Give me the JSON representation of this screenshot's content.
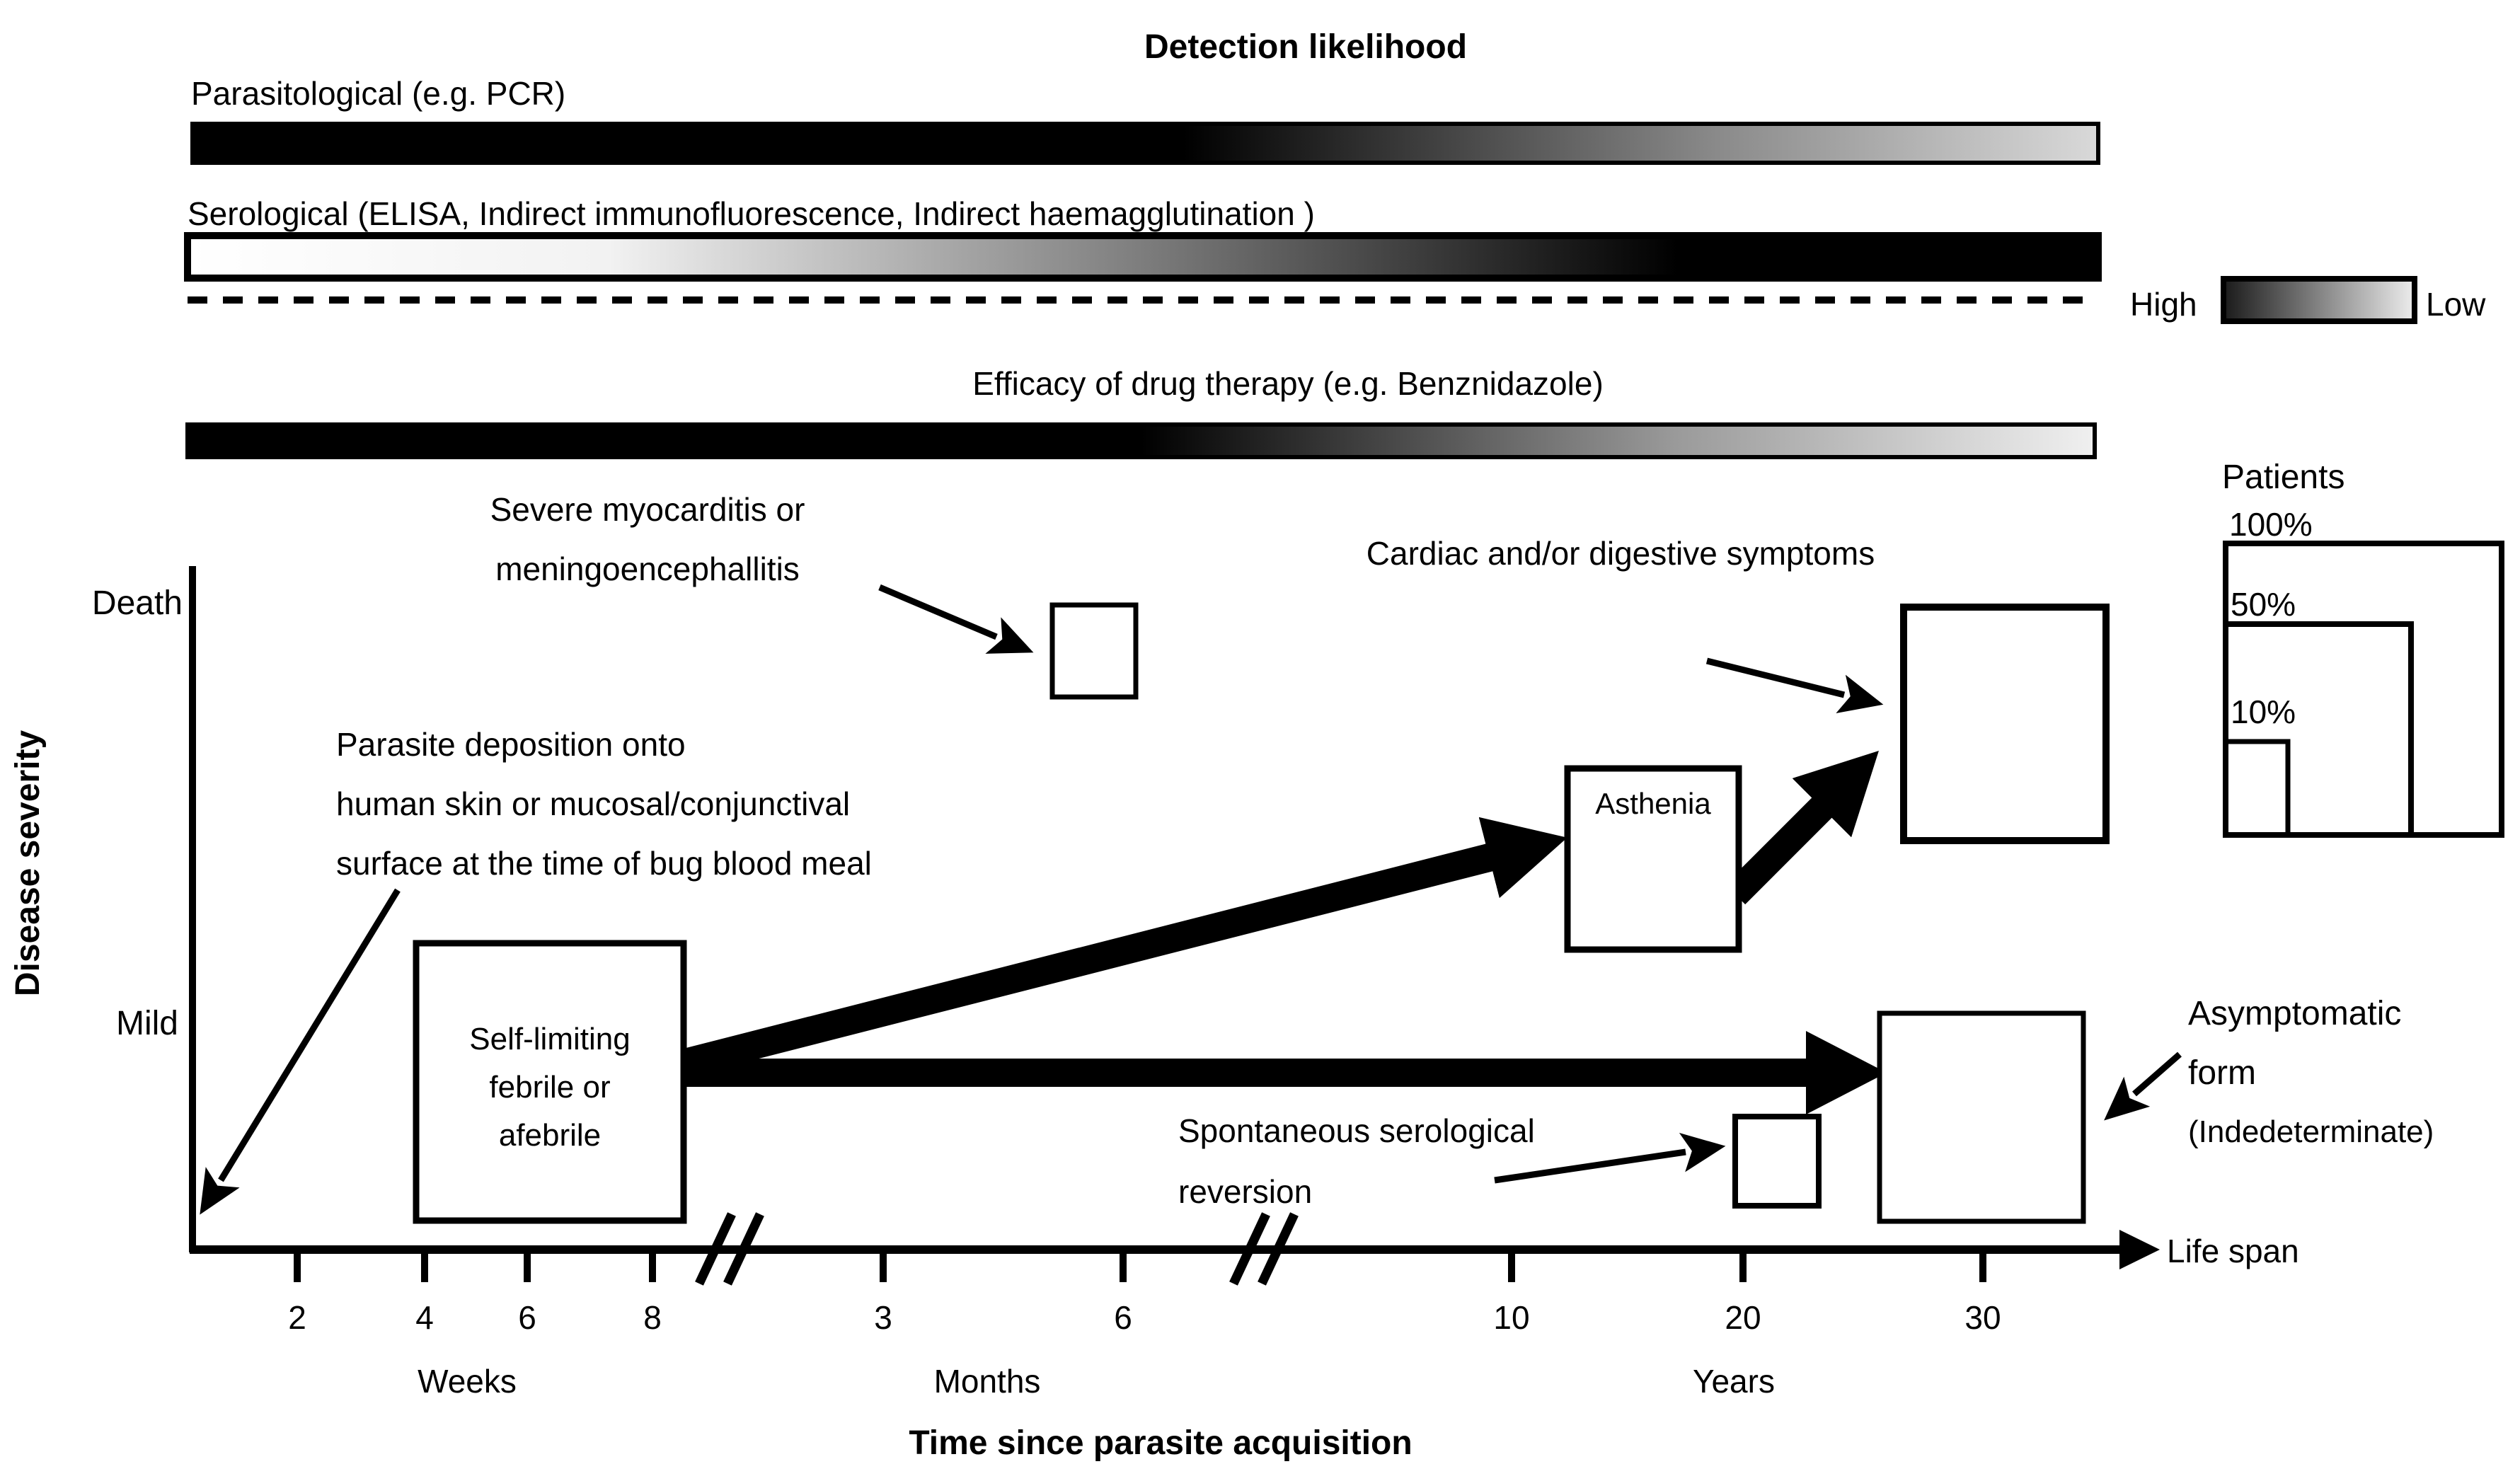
{
  "figure": {
    "title": "Detection likelihood",
    "x_axis_title": "Time since parasite acquisition"
  },
  "detection": {
    "parasitological_label": "Parasitological (e.g. PCR)",
    "serological_label": "Serological (ELISA, Indirect immunofluorescence, Indirect haemagglutination )",
    "efficacy_label": "Efficacy of drug therapy (e.g. Benznidazole)",
    "scale_high": "High",
    "scale_low": "Low"
  },
  "patients_legend": {
    "title": "Patients",
    "p100": "100%",
    "p50": "50%",
    "p10": "10%"
  },
  "y_axis": {
    "label": "Disease severity",
    "top_tick": "Death",
    "bottom_tick": "Mild"
  },
  "x_axis": {
    "end_label": "Life span",
    "weeks": {
      "ticks": [
        "2",
        "4",
        "6",
        "8"
      ],
      "label": "Weeks"
    },
    "months": {
      "ticks": [
        "3",
        "6"
      ],
      "label": "Months"
    },
    "years": {
      "ticks": [
        "10",
        "20",
        "30"
      ],
      "label": "Years"
    }
  },
  "boxes": {
    "self_limiting": [
      "Self-limiting",
      "febrile or",
      "afebrile"
    ],
    "asthenia": "Asthenia"
  },
  "annotations": {
    "severe": [
      "Severe myocarditis or",
      "meningoencephallitis"
    ],
    "cardiac": "Cardiac and/or digestive symptoms",
    "parasite": [
      "Parasite deposition onto",
      "human skin or mucosal/conjunctival",
      "surface at the time of bug blood meal"
    ],
    "reversion": [
      "Spontaneous serological",
      "reversion"
    ],
    "asymptomatic": [
      "Asymptomatic",
      "form",
      "(Indedeterminate)"
    ]
  },
  "colors": {
    "ink": "#000000",
    "paper": "#ffffff",
    "para_bar_end": "#d9d9d9",
    "sero_bar_start": "#ffffff",
    "efficacy_bar_end": "#f0f0f0",
    "legend_dark": "#1a1a1a",
    "legend_light": "#ededed"
  }
}
